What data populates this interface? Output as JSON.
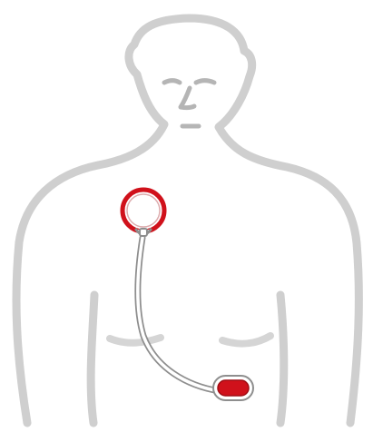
{
  "figure": {
    "subject": "human-torso-outline",
    "components": [
      {
        "icon": "chest-ring-coil"
      },
      {
        "icon": "connector-lead"
      },
      {
        "icon": "processor-unit"
      }
    ]
  },
  "colors": {
    "background": "#ffffff",
    "body_outline": "#cfcfcf",
    "face_lines": "#b5b5b5",
    "device_red": "#d0111b",
    "device_dark_red": "#9f0d14",
    "lead_outline": "#8e8e8e",
    "lead_fill": "#ffffff"
  }
}
